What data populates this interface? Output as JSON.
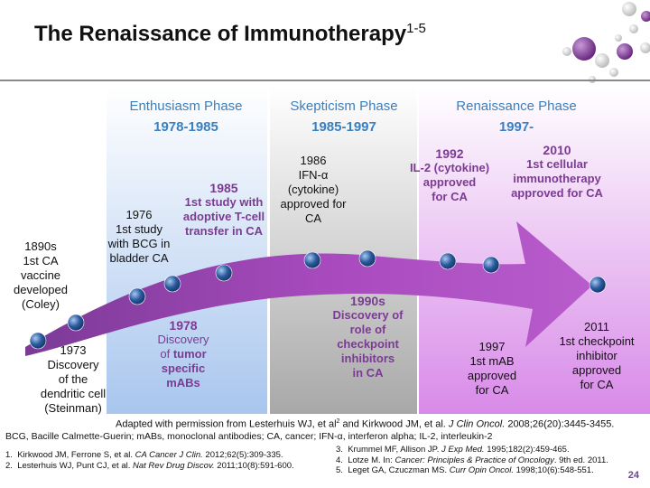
{
  "title": {
    "main": "The Renaissance of Immunotherapy",
    "superscript": "1-5"
  },
  "phases": [
    {
      "name": "Enthusiasm Phase",
      "years": "1978-1985"
    },
    {
      "name": "Skepticism Phase",
      "years": "1985-1997"
    },
    {
      "name": "Renaissance Phase",
      "years": "1997-"
    }
  ],
  "events": {
    "e1890": [
      "1890s",
      "1st CA",
      "vaccine",
      "developed",
      "(Coley)"
    ],
    "e1973": [
      "1973",
      "Discovery",
      "of the",
      "dendritic cell",
      "(Steinman)"
    ],
    "e1976": [
      "1976",
      "1st study",
      "with BCG in",
      "bladder CA"
    ],
    "e1978": {
      "year": "1978",
      "l1": "Discovery",
      "l2a": "of ",
      "l2b": "tumor",
      "l3": "specific",
      "l4": "mABs"
    },
    "e1985": {
      "year": "1985",
      "lines": [
        "1st study with",
        "adoptive T-cell",
        "transfer in CA"
      ]
    },
    "e1986": [
      "1986",
      "IFN-α",
      "(cytokine)",
      "approved for",
      "CA"
    ],
    "e1990": {
      "year": "1990s",
      "lines": [
        "Discovery of",
        "role of",
        "checkpoint",
        "inhibitors",
        "in CA"
      ]
    },
    "e1992": {
      "year": "1992",
      "lines": [
        "IL-2 (cytokine)",
        "approved",
        "for CA"
      ]
    },
    "e1997": [
      "1997",
      "1st mAB",
      "approved",
      "for CA"
    ],
    "e2010": {
      "year": "2010",
      "lines": [
        "1st cellular",
        "immunotherapy",
        "approved for CA"
      ]
    },
    "e2011": [
      "2011",
      "1st checkpoint",
      "inhibitor",
      "approved",
      "for CA"
    ]
  },
  "citation": {
    "pre": "Adapted with permission from Lesterhuis WJ, et al",
    "sup": "2",
    "mid": " and Kirkwood JM, et al. ",
    "journal": "J Clin Oncol.",
    "post": " 2008;26(20):3445-3455."
  },
  "abbreviations": "BCG, Bacille Calmette-Guerin; mABs, monoclonal antibodies; CA, cancer; IFN-α, interferon alpha; IL-2, interleukin-2",
  "references_left": [
    {
      "n": "1.",
      "pre": "Kirkwood JM, Ferrone S, et al. ",
      "j": "CA Cancer J Clin.",
      "post": " 2012;62(5):309-335."
    },
    {
      "n": "2.",
      "pre": "Lesterhuis WJ, Punt CJ, et al. ",
      "j": "Nat Rev Drug Discov.",
      "post": " 2011;10(8):591-600."
    }
  ],
  "references_right": [
    {
      "n": "3.",
      "pre": "Krummel MF, Allison JP. ",
      "j": "J Exp Med.",
      "post": " 1995;182(2):459-465."
    },
    {
      "n": "4.",
      "pre": "Lotze M. In: ",
      "j": "Cancer: Principles & Practice of Oncology",
      "post": ". 9th ed. 2011."
    },
    {
      "n": "5.",
      "pre": "Leget GA, Czuczman MS. ",
      "j": "Curr Opin Oncol.",
      "post": " 1998;10(6):548-551."
    }
  ],
  "page_number": "24",
  "colors": {
    "accent_purple": "#7b3b92",
    "phase_blue": "#3a7fc0",
    "arrow_purple": "#a94bbf"
  }
}
